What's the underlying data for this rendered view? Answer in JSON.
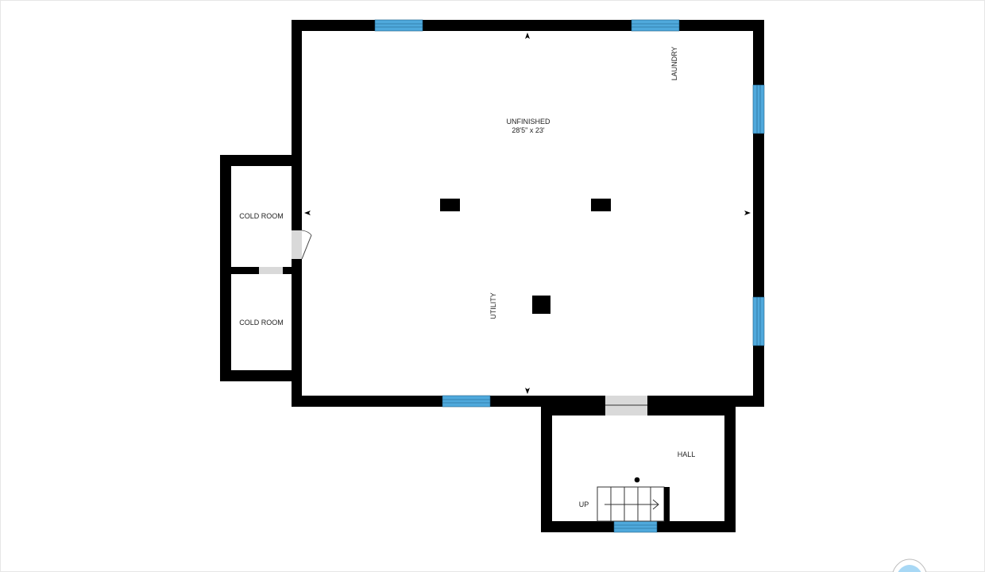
{
  "plan": {
    "rooms": {
      "unfinished": {
        "name": "UNFINISHED",
        "dimensions": "28'5\" x 23'"
      },
      "laundry": {
        "name": "LAUNDRY"
      },
      "utility": {
        "name": "UTILITY"
      },
      "cold_room_1": {
        "name": "COLD ROOM"
      },
      "cold_room_2": {
        "name": "COLD ROOM"
      },
      "hall": {
        "name": "HALL"
      }
    },
    "stairs_label": "UP"
  },
  "colors": {
    "wall": "#000000",
    "window": "#4fa9dc",
    "door": "#d9d9d9",
    "badge": "#a8d8f5"
  }
}
